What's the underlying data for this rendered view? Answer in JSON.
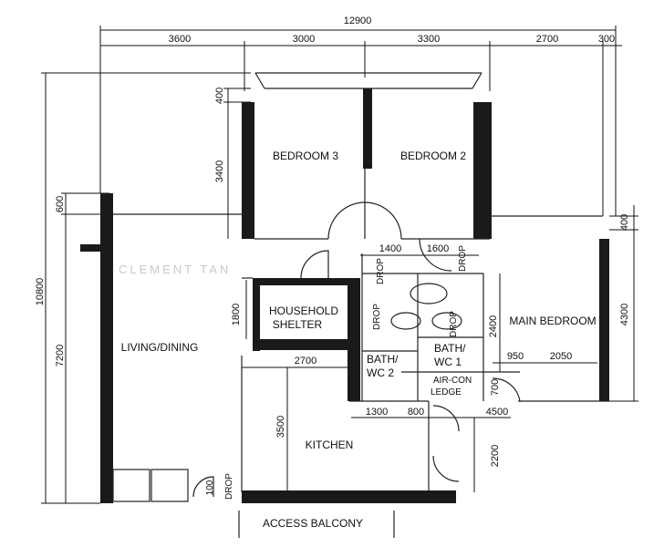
{
  "watermark": "CLEMENT TAN",
  "dimensions": {
    "overall_width": "12900",
    "top_segments": [
      "3600",
      "3000",
      "3300",
      "2700",
      "300"
    ],
    "overall_height": "10800",
    "left_7200": "7200",
    "left_600": "600",
    "bed3_400": "400",
    "bed3_3400": "3400",
    "right_400": "400",
    "right_4300": "4300",
    "bath_1400": "1400",
    "bath_1600": "1600",
    "shelter_1800": "1800",
    "kitchen_2700": "2700",
    "kitchen_3500": "3500",
    "bath_2400": "2400",
    "mb_950": "950",
    "mb_2050": "2050",
    "ledge_700": "700",
    "bottom_1300": "1300",
    "bottom_800": "800",
    "bottom_4500": "4500",
    "right_2200": "2200",
    "drop_100": "100"
  },
  "rooms": {
    "bedroom3": "BEDROOM 3",
    "bedroom2": "BEDROOM 2",
    "main_bedroom": "MAIN BEDROOM",
    "living_dining": "LIVING/DINING",
    "household_shelter_1": "HOUSEHOLD",
    "household_shelter_2": "SHELTER",
    "bath_wc2_1": "BATH/",
    "bath_wc2_2": "WC 2",
    "bath_wc1_1": "BATH/",
    "bath_wc1_2": "WC 1",
    "aircon_1": "AIR-CON",
    "aircon_2": "LEDGE",
    "kitchen": "KITCHEN",
    "access_balcony": "ACCESS BALCONY"
  },
  "drop_label": "DROP"
}
